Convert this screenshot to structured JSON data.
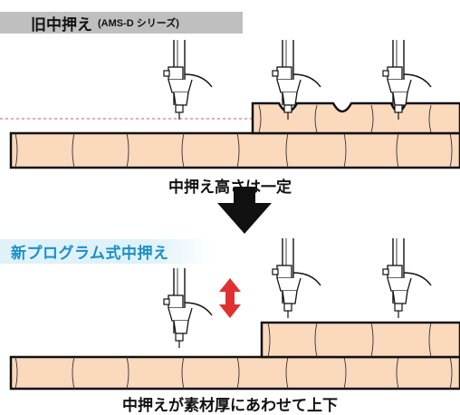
{
  "old": {
    "title": "旧中押え",
    "subtitle": "(AMS-D シリーズ)",
    "caption": "中押え高さは一定"
  },
  "new": {
    "title": "新プログラム式中押え",
    "caption": "中押えが素材厚にあわせて上下"
  },
  "colors": {
    "material": "#fbd9bd",
    "outline": "#111111",
    "dashed_line": "#e05050",
    "arrow_down": "#111111",
    "arrow_updown": "#e03030",
    "new_label_text": "#1a8fc8",
    "old_label_bg": "#bfbfbf"
  },
  "icons": [
    "sewing-presser-foot-icon",
    "down-arrow-icon",
    "up-down-arrow-icon"
  ]
}
